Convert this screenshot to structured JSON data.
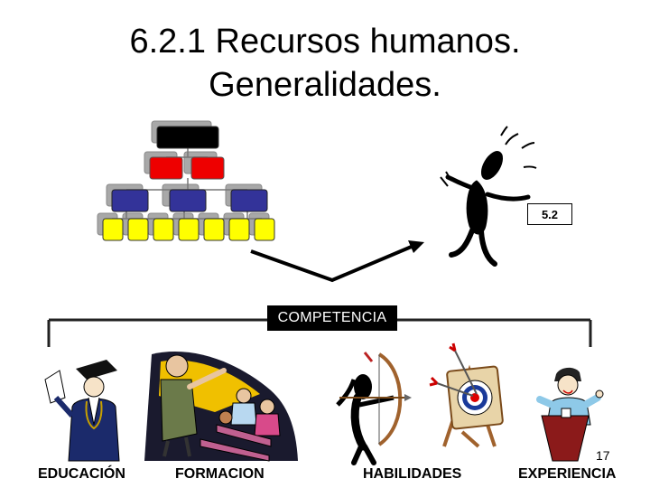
{
  "title": {
    "line1": "6.2.1 Recursos humanos.",
    "line2": "Generalidades."
  },
  "reference_label": "5.2",
  "competencia_label": "COMPETENCIA",
  "categories": {
    "educacion": "EDUCACIÓN",
    "formacion": "FORMACION",
    "habilidades": "HABILIDADES",
    "experiencia": "EXPERIENCIA"
  },
  "page_number": "17",
  "colors": {
    "org_top": "#000000",
    "org_level2": "#ee0000",
    "org_level3": "#333399",
    "org_level4": "#ffff00",
    "shadow": "#a0a0a0"
  },
  "icons": [
    "org-chart-icon",
    "stick-figure-icon",
    "graduate-icon",
    "classroom-icon",
    "archer-icon",
    "target-icon",
    "presenter-icon"
  ]
}
